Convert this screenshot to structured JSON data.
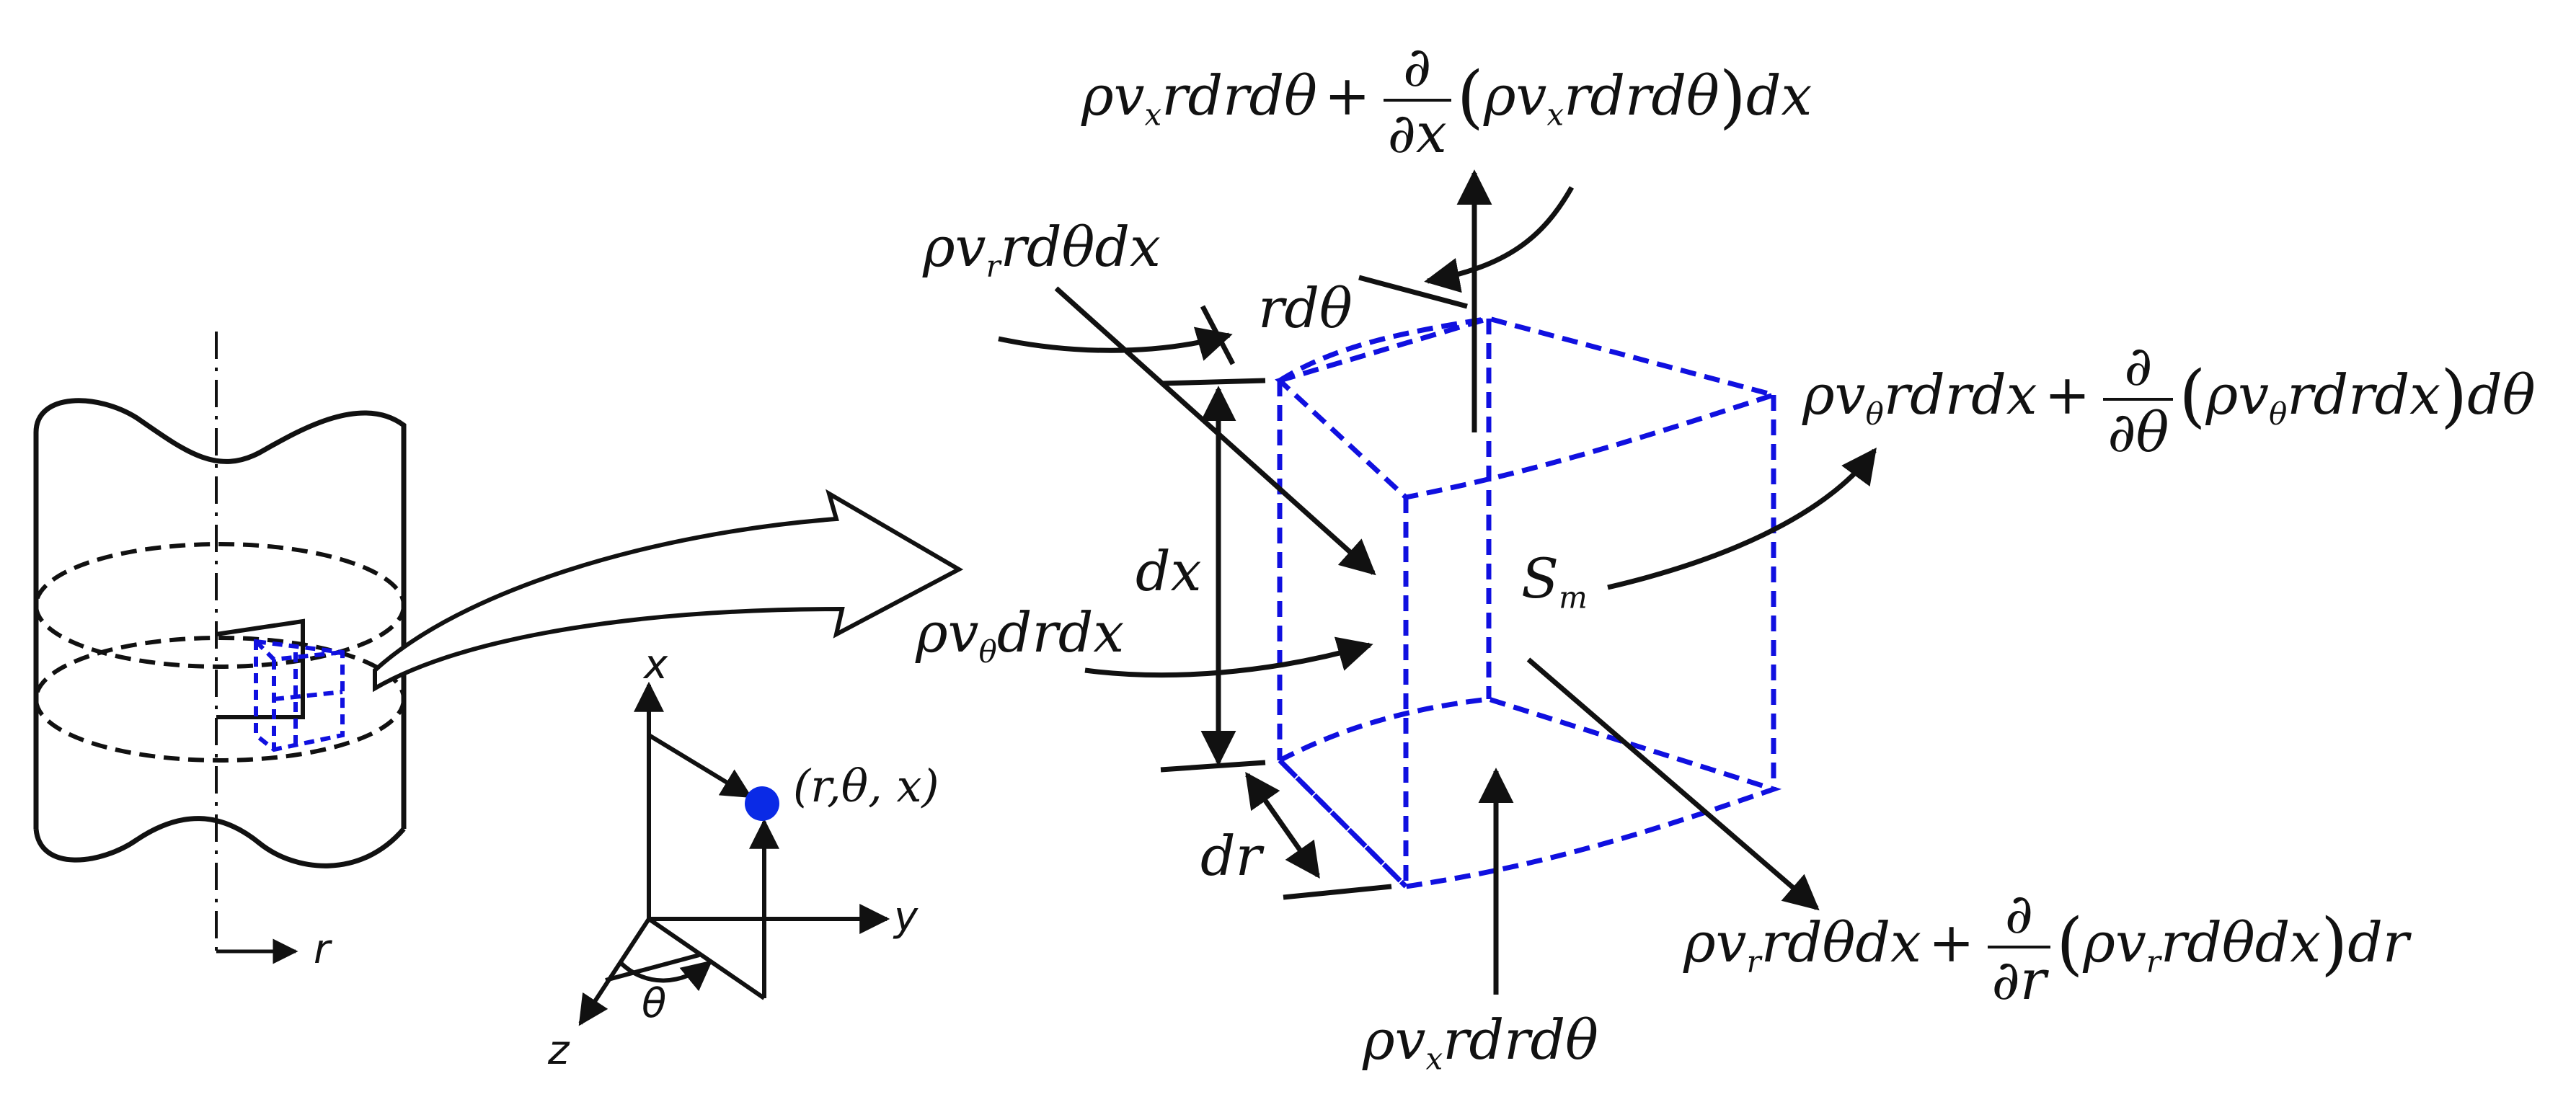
{
  "colors": {
    "ink": "#111111",
    "element": "#1010e0",
    "point": "#0a2ae6"
  },
  "equations": {
    "x_out": {
      "base": "ρv<sub>x</sub>rdrdθ",
      "diff": "x",
      "tail": "dx"
    },
    "x_in": "ρv<sub>x</sub>rdrdθ",
    "r_in": "ρv<sub>r</sub>rdθdx",
    "r_out": {
      "base": "ρv<sub>r</sub>rdθdx",
      "diff": "r",
      "tail": "dr"
    },
    "theta_in": "ρv<sub>θ</sub>drdx",
    "theta_out": {
      "base": "ρv<sub>θ</sub>rdrdx",
      "diff": "θ",
      "tail": "dθ"
    },
    "operator": "+",
    "partial": "∂",
    "source": "S<sub>m</sub>"
  },
  "dimensions": {
    "rdtheta": "rdθ",
    "dx": "dx",
    "dr": "dr"
  },
  "axes": {
    "x": "x",
    "y": "y",
    "z": "z",
    "theta": "θ",
    "r": "r"
  },
  "point_label": "(r,θ, x)"
}
